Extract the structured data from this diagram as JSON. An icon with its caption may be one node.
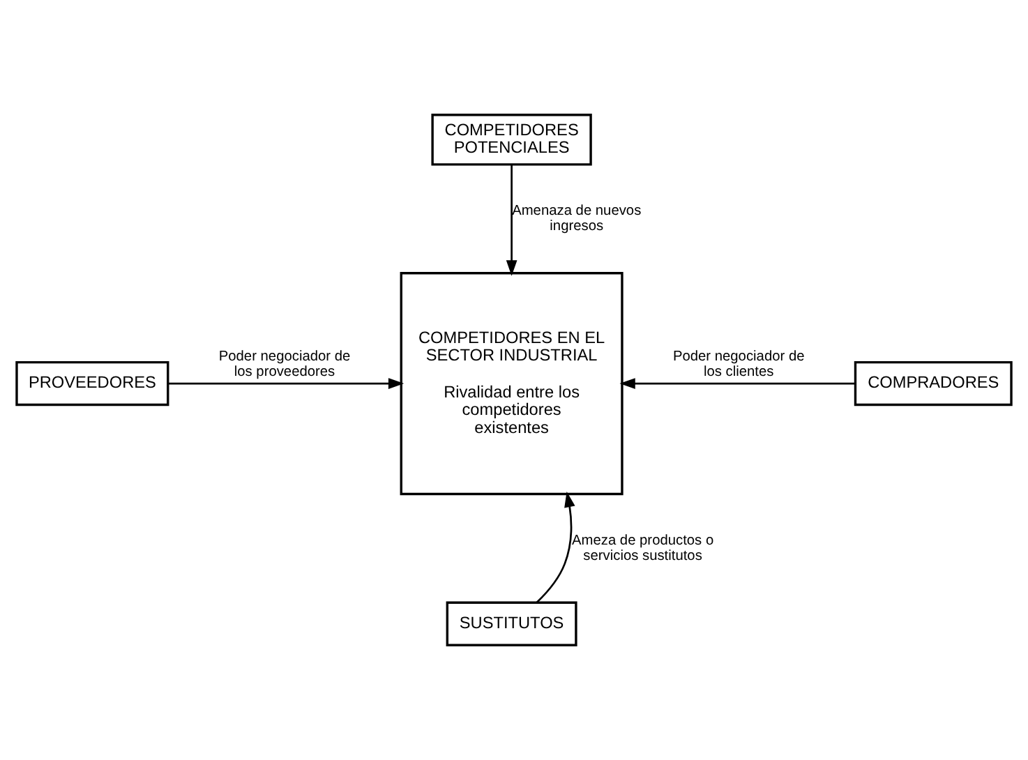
{
  "diagram": {
    "nodes": [
      {
        "text": [
          "COMPETIDORES POTENCIALES"
        ]
      },
      {
        "text": [
          "COMPETIDORES EN EL SECTOR INDUSTRIAL",
          "Rivalidad entre los competidores existentes"
        ]
      },
      {
        "text": [
          "PROVEEDORES"
        ]
      },
      {
        "text": [
          "COMPRADORES"
        ]
      },
      {
        "text": [
          "SUSTITUTOS"
        ]
      }
    ],
    "edges": [
      {
        "from": 0,
        "to": 1,
        "arrow": "to",
        "label": "Amenaza de nuevos ingresos"
      },
      {
        "from": 2,
        "to": 1,
        "arrow": "to",
        "label": "Poder negociador de los proveedores"
      },
      {
        "from": 3,
        "to": 1,
        "arrow": "to",
        "label": "Poder negociador de los clientes"
      },
      {
        "from": 4,
        "to": 1,
        "arrow": "to",
        "label": "Ameza de productos o servicios sustitutos"
      }
    ]
  }
}
